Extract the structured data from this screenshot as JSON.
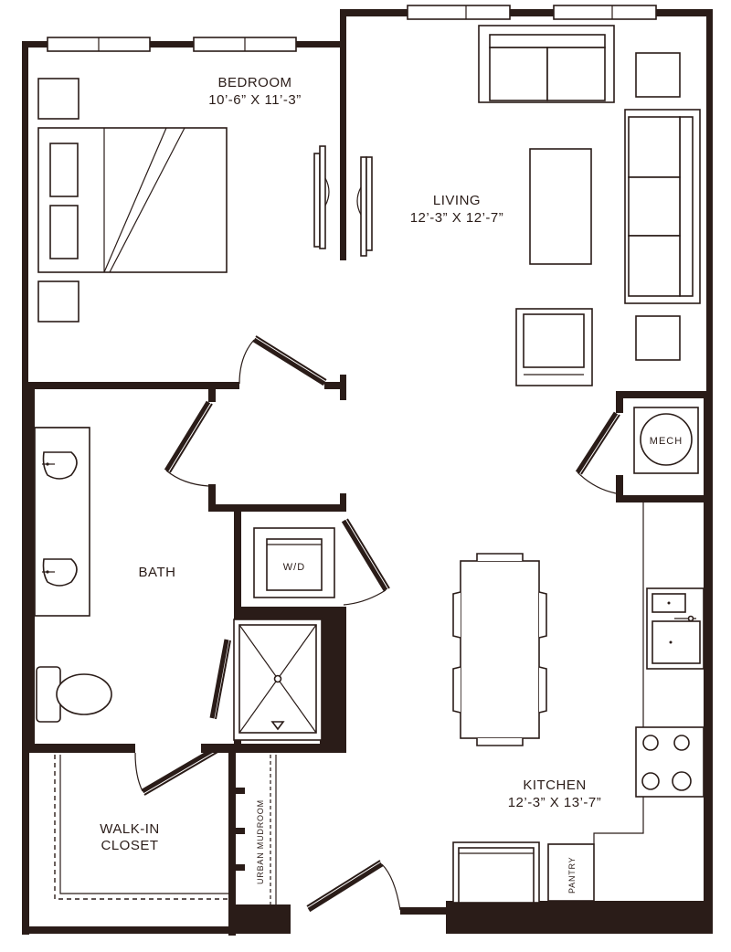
{
  "rooms": {
    "bedroom": {
      "name": "BEDROOM",
      "size": "10’-6” X 11’-3”"
    },
    "living": {
      "name": "LIVING",
      "size": "12’-3” X 12’-7”"
    },
    "kitchen": {
      "name": "KITCHEN",
      "size": "12’-3” X 13’-7”"
    },
    "bath": {
      "name": "BATH"
    },
    "closet": {
      "name_line1": "WALK-IN",
      "name_line2": "CLOSET"
    },
    "mudroom": {
      "name": "URBAN MUDROOM"
    }
  },
  "fixtures": {
    "washer_dryer": "W/D",
    "mech": "MECH",
    "pantry": "PANTRY"
  },
  "colors": {
    "wall": "#2a1c18",
    "background": "#ffffff"
  }
}
